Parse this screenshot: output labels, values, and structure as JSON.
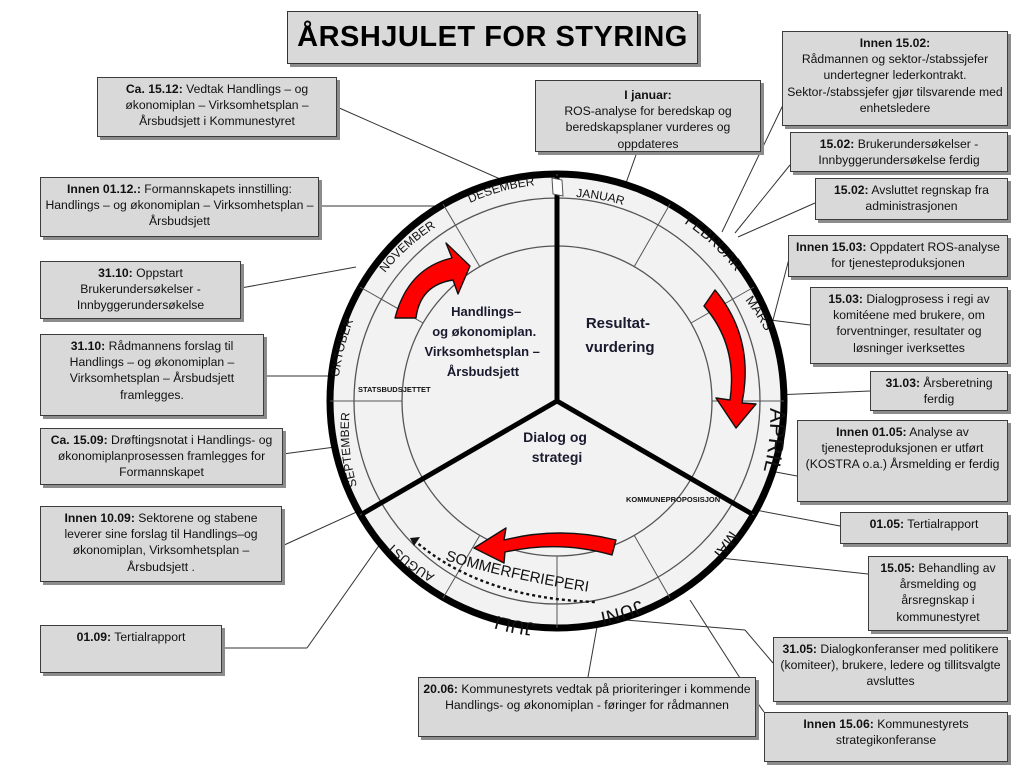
{
  "title": "ÅRSHJULET FOR STYRING",
  "center": {
    "left_lines": [
      "Handlings–",
      "og økonomiplan.",
      "Virksomhetsplan –",
      "Årsbudsjett"
    ],
    "right_lines": [
      "Resultat-",
      "vurdering"
    ],
    "bottom_lines": [
      "Dialog og",
      "strategi"
    ]
  },
  "inner_labels": {
    "statsbudsjett": "STATSBUDSJETTET",
    "kommuneproposisjon": "KOMMUNEPROPOSISJON"
  },
  "months": {
    "jan": "JANUAR",
    "feb": "FEBRUAR",
    "mar": "MARS",
    "apr": "APRIL",
    "mai": "MAI",
    "jun": "JUNI",
    "jul": "JULI",
    "aug": "AUGUST",
    "sep": "SEPTEMBER",
    "okt": "OKTOBER",
    "nov": "NOVEMBER",
    "des": "DESEMBER"
  },
  "summer": "SOMMERFERIEPERIODE",
  "boxes": {
    "b_dec_vedtak": {
      "date": "Ca. 15.12:",
      "text": "Vedtak Handlings – og økonomiplan – Virksomhetsplan – Årsbudsjett i Kommunestyret"
    },
    "b_jan": {
      "date": "I januar:",
      "text": "ROS-analyse for beredskap og beredskapsplaner vurderes og oppdateres"
    },
    "b_feb_leder": {
      "date": "Innen 15.02:",
      "text": "Rådmannen og sektor-/stabssjefer undertegner lederkontrakt. Sektor-/stabssjefer gjør tilsvarende med enhetsledere"
    },
    "b_feb_bruker": {
      "date": "15.02:",
      "text": "Brukerundersøkelser - Innbyggerundersøkelse  ferdig"
    },
    "b_feb_regnskap": {
      "date": "15.02:",
      "text": "Avsluttet regnskap fra administrasjonen"
    },
    "b_dec_innst": {
      "date": "Innen 01.12.:",
      "text": "Formannskapets innstilling: Handlings – og økonomiplan – Virksomhetsplan – Årsbudsjett"
    },
    "b_mar_ros": {
      "date": "Innen 15.03:",
      "text": "Oppdatert ROS-analyse  for tjenesteproduksjonen"
    },
    "b_oct_bruker": {
      "date": "31.10:",
      "text": "Oppstart Brukerundersøkelser - Innbyggerundersøkelse"
    },
    "b_mar_dialog": {
      "date": "15.03:",
      "text": "Dialogprosess i regi av komitéene med brukere, om forventninger, resultater og løsninger iverksettes"
    },
    "b_oct_forslag": {
      "date": "31.10:",
      "text": "Rådmannens forslag til Handlings – og økonomiplan – Virksomhetsplan – Årsbudsjett framlegges."
    },
    "b_mar_arsb": {
      "date": "31.03:",
      "text": "Årsberetning ferdig"
    },
    "b_sep_drofting": {
      "date": "Ca. 15.09:",
      "text": "Drøftingsnotat i Handlings- og økonomiplanprosessen framlegges  for Formannskapet"
    },
    "b_may_analyse": {
      "date": "Innen 01.05:",
      "text": "Analyse  av tjenesteproduksjonen er utført (KOSTRA o.a.) Årsmelding er ferdig"
    },
    "b_sep_sektor": {
      "date": "Innen 10.09:",
      "text": "Sektorene og stabene leverer sine forslag til Handlings–og økonomiplan, Virksomhetsplan – Årsbudsjett ."
    },
    "b_may_tertial": {
      "date": "01.05:",
      "text": "Tertialrapport"
    },
    "b_may_behandling": {
      "date": "15.05:",
      "text": "Behandling av årsmelding og årsregnskap i kommunestyret"
    },
    "b_sep_tertial": {
      "date": "01.09:",
      "text": "Tertialrapport"
    },
    "b_may_dialogkonf": {
      "date": "31.05:",
      "text": "Dialogkonferanser med politikere (komiteer), brukere, ledere og tillitsvalgte avsluttes"
    },
    "b_jun_vedtak": {
      "date": "20.06:",
      "text": "Kommunestyrets vedtak på prioriteringer i kommende Handlings- og økonomiplan - føringer for rådmannen"
    },
    "b_jun_strategi": {
      "date": "Innen 15.06:",
      "text": "Kommunestyrets strategikonferanse"
    }
  },
  "colors": {
    "box_fill": "#d9d9d9",
    "arrow_red": "#ff0000",
    "wheel_fill": "#f2f2f2"
  },
  "icons": {
    "arrows": "curved-red-arrow",
    "dotted": "dotted-arrow"
  }
}
